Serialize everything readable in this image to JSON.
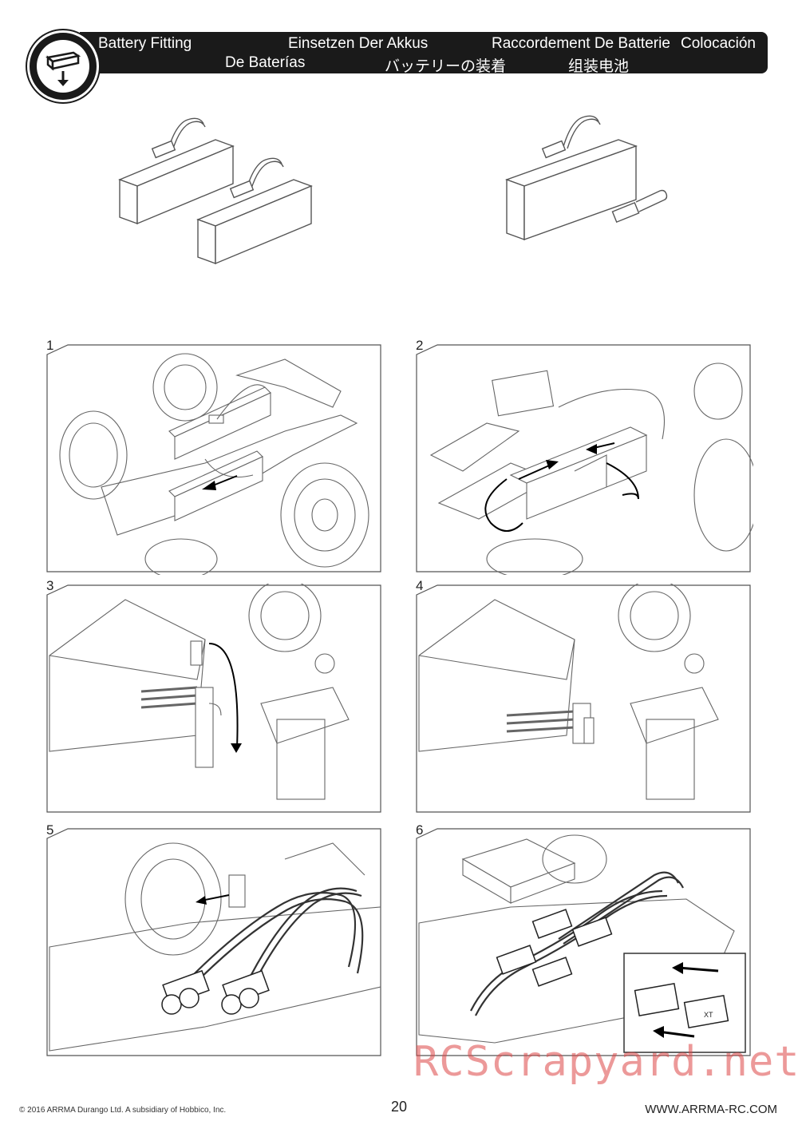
{
  "header": {
    "title_en": "Battery Fitting",
    "title_de": "Einsetzen Der Akkus",
    "title_fr": "Raccordement De Batterie",
    "title_es_1": "Colocación",
    "title_es_2": "De Baterías",
    "title_ja": "バッテリーの装着",
    "title_zh": "组装电池",
    "icon": "battery-install-icon"
  },
  "steps": [
    {
      "number": "1"
    },
    {
      "number": "2"
    },
    {
      "number": "3"
    },
    {
      "number": "4"
    },
    {
      "number": "5"
    },
    {
      "number": "6"
    }
  ],
  "connector_label": "XT",
  "footer": {
    "copyright": "© 2016 ARRMA Durango Ltd. A subsidiary of Hobbico, Inc.",
    "page_number": "20",
    "website": "WWW.ARRMA-RC.COM"
  },
  "watermark": "RCScrapyard.net",
  "colors": {
    "header_bg": "#1a1a1a",
    "page_bg": "#ffffff",
    "line_art": "#555555",
    "watermark": "#dc4646"
  }
}
